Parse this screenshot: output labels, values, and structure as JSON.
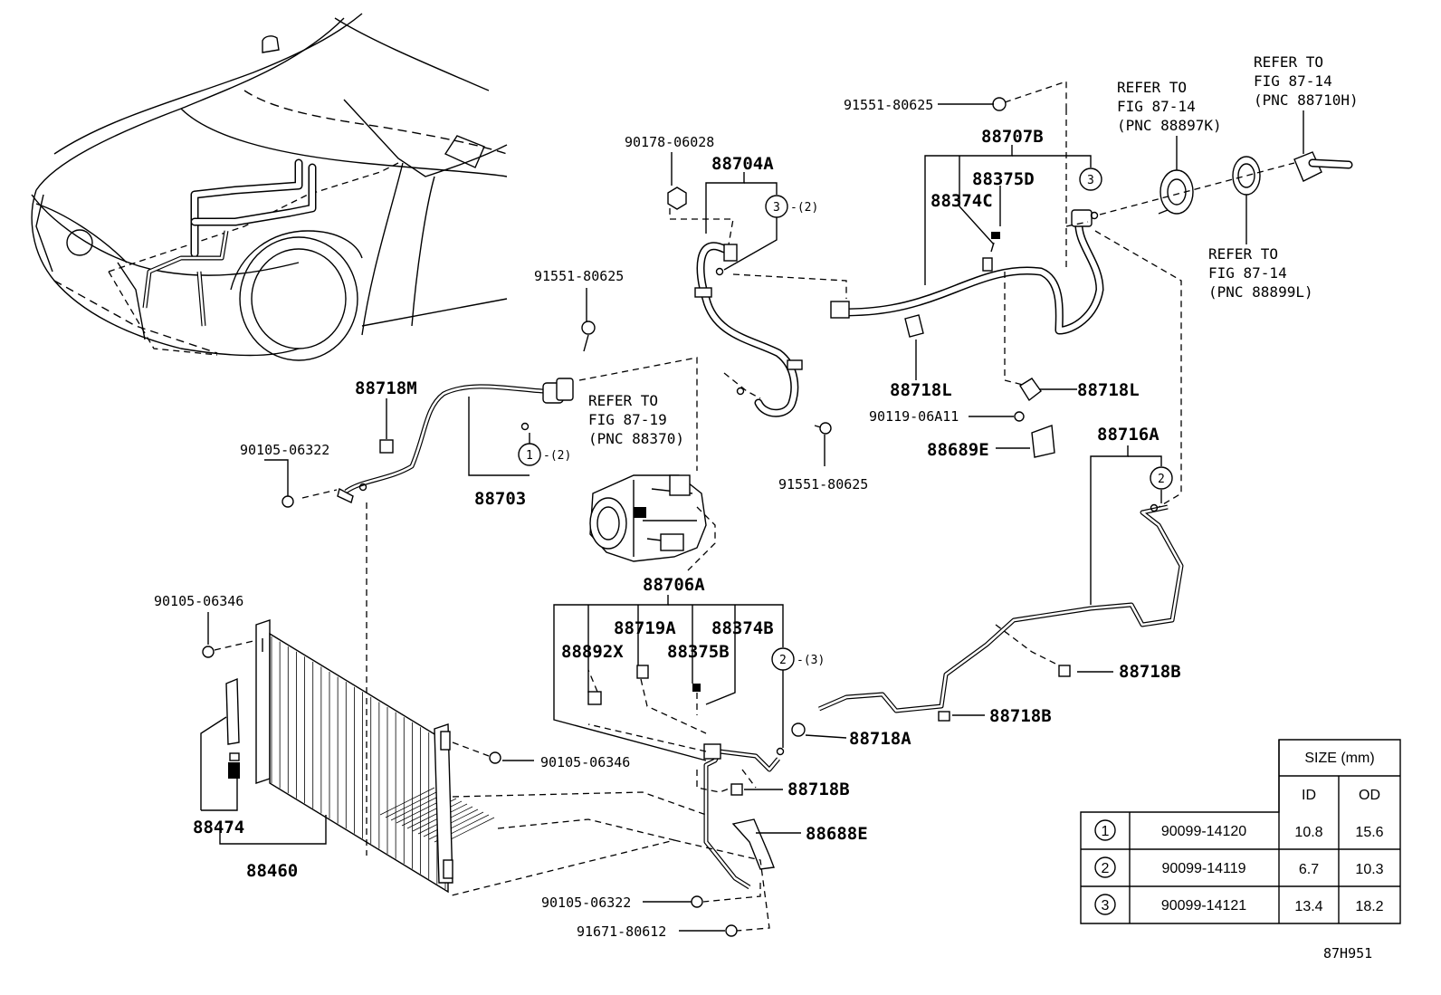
{
  "labels": {
    "p91551_top": "91551-80625",
    "p88707B": "88707B",
    "p88375D": "88375D",
    "p88374C": "88374C",
    "p90178": "90178-06028",
    "p88704A": "88704A",
    "p91551_mid": "91551-80625",
    "p88718M": "88718M",
    "p90105_06322_a": "90105-06322",
    "p88703": "88703",
    "p88718L_a": "88718L",
    "p88718L_b": "88718L",
    "p90119": "90119-06A11",
    "p88689E": "88689E",
    "p91551_low": "91551-80625",
    "p88716A": "88716A",
    "p88706A": "88706A",
    "p88719A": "88719A",
    "p88374B": "88374B",
    "p88892X": "88892X",
    "p88375B": "88375B",
    "p90105_06346_a": "90105-06346",
    "p90105_06346_b": "90105-06346",
    "p88718B_a": "88718B",
    "p88718B_b": "88718B",
    "p88718B_c": "88718B",
    "p88718A": "88718A",
    "p88688E": "88688E",
    "p88474": "88474",
    "p88460": "88460",
    "p90105_06322_b": "90105-06322",
    "p91671": "91671-80612",
    "fig_code": "87H951"
  },
  "callouts": {
    "c1": "1",
    "c1_note": "-(2)",
    "c2_top": "2",
    "c2_mid": "2",
    "c2_note": "-(3)",
    "c3_a": "3",
    "c3_a_note": "-(2)",
    "c3_b": "3"
  },
  "refs": {
    "r_88370": [
      "REFER TO",
      "FIG 87-19",
      "(PNC 88370)"
    ],
    "r_88897K": [
      "REFER TO",
      "FIG 87-14",
      "(PNC 88897K)"
    ],
    "r_88710H": [
      "REFER TO",
      "FIG 87-14",
      "(PNC 88710H)"
    ],
    "r_88899L": [
      "REFER TO",
      "FIG 87-14",
      "(PNC 88899L)"
    ]
  },
  "size_table": {
    "header": "SIZE (mm)",
    "col_id": "ID",
    "col_od": "OD",
    "rows": [
      {
        "ref": "1",
        "part": "90099-14120",
        "id": "10.8",
        "od": "15.6"
      },
      {
        "ref": "2",
        "part": "90099-14119",
        "id": "6.7",
        "od": "10.3"
      },
      {
        "ref": "3",
        "part": "90099-14121",
        "id": "13.4",
        "od": "18.2"
      }
    ]
  }
}
